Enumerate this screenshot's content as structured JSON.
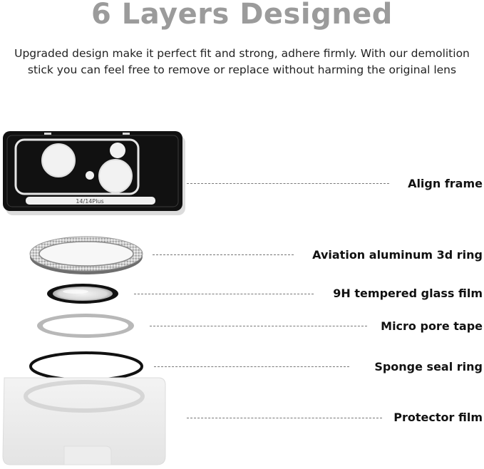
{
  "header": {
    "title": "6 Layers Designed",
    "subtitle_line1": "Upgraded design make it perfect fit and strong, adhere firmly. With our demolition",
    "subtitle_line2": "stick you can feel free to remove or replace without harming the original lens"
  },
  "frame": {
    "model_text": "14/14Plus"
  },
  "layers": [
    {
      "label": "Align frame"
    },
    {
      "label": "Aviation aluminum 3d ring"
    },
    {
      "label": "9H tempered glass film"
    },
    {
      "label": "Micro pore tape"
    },
    {
      "label": "Sponge seal ring"
    },
    {
      "label": "Protector film"
    }
  ],
  "colors": {
    "title": "#9b9b9b",
    "frame": "#111111",
    "leader": "#777777"
  }
}
